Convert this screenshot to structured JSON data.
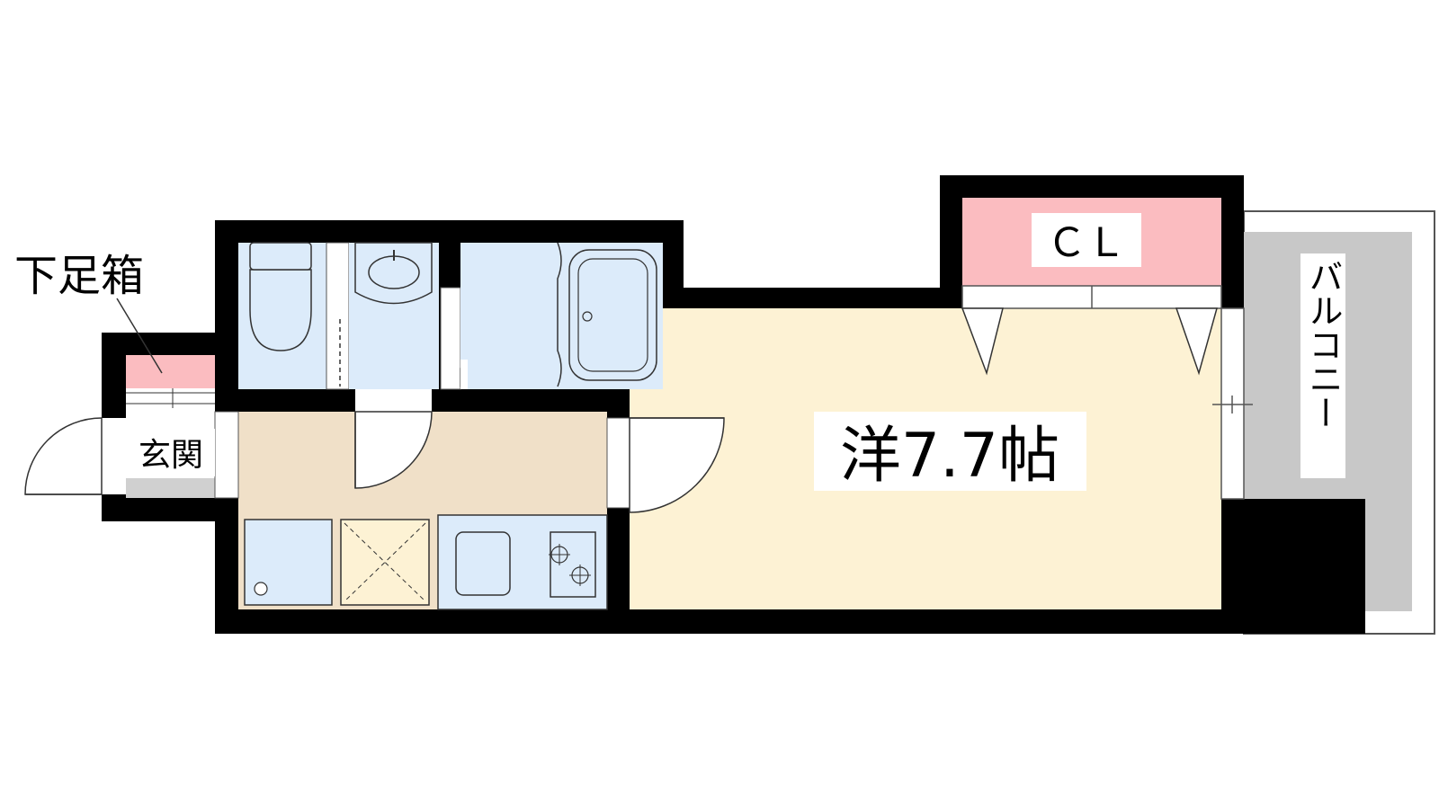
{
  "labels": {
    "shoe_box": "下足箱",
    "entrance": "玄関",
    "closet": "ＣＬ",
    "room": "洋7.7帖",
    "balcony": "バルコニー"
  },
  "colors": {
    "wall": "#000000",
    "room_floor": "#fdf2d4",
    "kitchen_floor": "#f0e0c8",
    "wet_area": "#dcebfa",
    "closet": "#fbbcc0",
    "shoe_box": "#fbbcc0",
    "entrance_floor": "#d0d0d0",
    "balcony": "#c8c8c8",
    "background": "#ffffff"
  }
}
